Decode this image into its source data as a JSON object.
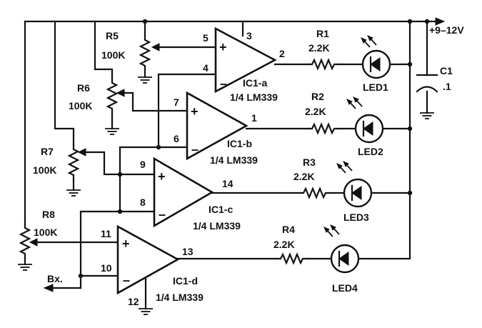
{
  "supply": {
    "label": "+9–12V"
  },
  "capacitor": {
    "name": "C1",
    "value": ".1"
  },
  "output": {
    "label": "Bx."
  },
  "potentiometers": [
    {
      "name": "R5",
      "value": "100K"
    },
    {
      "name": "R6",
      "value": "100K"
    },
    {
      "name": "R7",
      "value": "100K"
    },
    {
      "name": "R8",
      "value": "100K"
    }
  ],
  "comparators": [
    {
      "name": "IC1-a",
      "part": "1/4 LM339",
      "pin_plus": "5",
      "pin_minus": "4",
      "pin_out": "2"
    },
    {
      "name": "IC1-b",
      "part": "1/4 LM339",
      "pin_plus": "7",
      "pin_minus": "6",
      "pin_out": "1"
    },
    {
      "name": "IC1-c",
      "part": "1/4 LM339",
      "pin_plus": "9",
      "pin_minus": "8",
      "pin_out": "14"
    },
    {
      "name": "IC1-d",
      "part": "1/4 LM339",
      "pin_plus": "11",
      "pin_minus": "10",
      "pin_out": "13"
    }
  ],
  "supply_pins": {
    "vcc": "3",
    "gnd": "12"
  },
  "resistors": [
    {
      "name": "R1",
      "value": "2.2K"
    },
    {
      "name": "R2",
      "value": "2.2K"
    },
    {
      "name": "R3",
      "value": "2.2K"
    },
    {
      "name": "R4",
      "value": "2.2K"
    }
  ],
  "leds": [
    {
      "name": "LED1"
    },
    {
      "name": "LED2"
    },
    {
      "name": "LED3"
    },
    {
      "name": "LED4"
    }
  ],
  "opamp_signs": {
    "plus": "+",
    "minus": "–"
  }
}
